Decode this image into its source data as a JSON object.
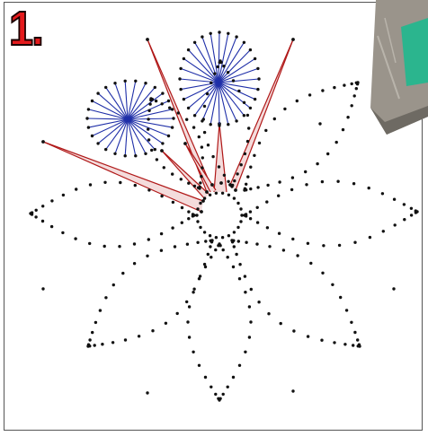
{
  "step_label": "1.",
  "colors": {
    "step_fill": "#e41a1c",
    "blue_thread": "#1f2fa8",
    "red_thread": "#b01818",
    "red_fill": "#f4dcdc",
    "hole_dot": "#111111",
    "frame": "#555555"
  },
  "photo": {
    "description_icon": "photo-thumbnail",
    "tones": [
      "#8f8a82",
      "#2bb58e",
      "#b9b4ab"
    ]
  },
  "pattern": {
    "blue_fans": 2,
    "red_spokes": 5
  }
}
